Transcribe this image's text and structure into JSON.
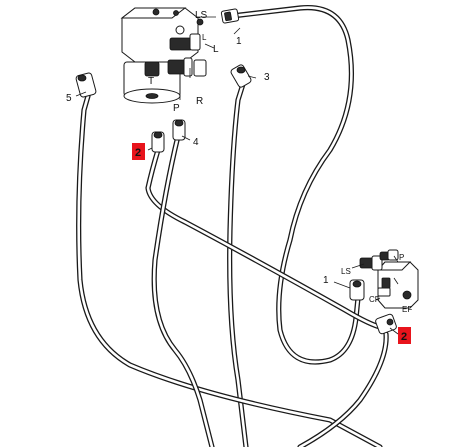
{
  "callouts": {
    "n1_top": "1",
    "n1_right": "1",
    "n2_left": "2",
    "n2_right": "2",
    "n3": "3",
    "n4": "4",
    "n5": "5"
  },
  "ports_upper": {
    "ls": "LS",
    "l_small": "L",
    "l": "L",
    "t": "T",
    "p": "P",
    "r": "R"
  },
  "ports_lower": {
    "ls": "LS",
    "p": "P",
    "cf": "CF",
    "ef": "EF"
  },
  "colors": {
    "highlight": "#e8141c",
    "line": "#1a1a1a"
  }
}
